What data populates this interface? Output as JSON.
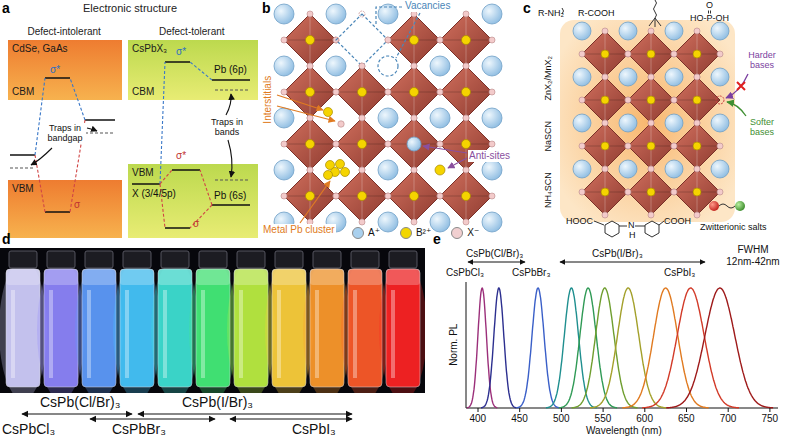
{
  "diagram": {
    "nodes": [
      {
        "text": [
          "CdSe, GaAs",
          "CBM"
        ]
      },
      {
        "text": [
          "VBM"
        ]
      },
      {
        "text": [
          "CsPbX₃",
          "CBM"
        ]
      },
      {
        "text": [
          "VBM"
        ]
      }
    ],
    "labels": [
      "a",
      "Electronic structure",
      "Defect-intolerant",
      "Defect-tolerant",
      "σ*",
      "σ",
      "Traps in bandgap",
      "σ*",
      "Pb (6p)",
      "Traps in bands",
      "X (3/4/5p)",
      "σ*",
      "Pb (6s)",
      "σ",
      "b",
      "Vacancies",
      "Interstitials",
      "Metal Pb cluster",
      "Anti-sites",
      "c",
      "R-NH₂",
      "R-COOH",
      "O",
      "HO-P-OH",
      "ZnX₂/MnX₂",
      "NaSCN",
      "NH₄SCN",
      "Harder bases",
      "Softer bases",
      "HOOC",
      "COOH",
      "N",
      "H",
      "Zwitterionic salts",
      "d",
      "CsPb(Cl/Br)₃",
      "CsPb(I/Br)₃",
      "CsPbCl₃",
      "CsPbBr₃",
      "CsPbI₃",
      "e",
      "CsPbCl₃",
      "CsPb(Cl/Br)₃",
      "CsPbBr₃",
      "CsPb(I/Br)₃",
      "CsPbI₃",
      "FWHM 12nm-42nm",
      "Norm. PL",
      "400",
      "450",
      "500",
      "550",
      "600",
      "650",
      "700",
      "750",
      "Wavelength (nm)"
    ],
    "legend": [
      {
        "text": "A⁺",
        "color": "#a9d0ee"
      },
      {
        "text": "B²⁺",
        "color": "#f2d600"
      },
      {
        "text": "X⁻",
        "color": "#f1cfd0"
      }
    ]
  }
}
